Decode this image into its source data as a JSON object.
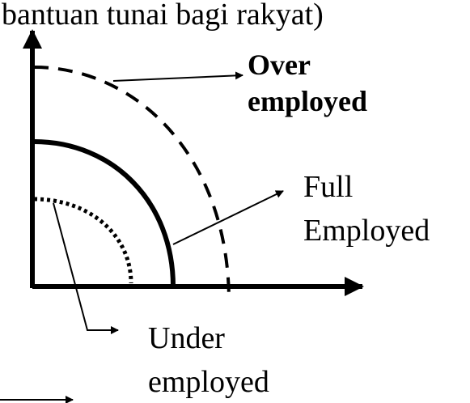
{
  "caption": "bantuan tunai bagi rakyat)",
  "labels": {
    "over_line1": "Over",
    "over_line2": "employed",
    "full_line1": "Full",
    "full_line2": "Employed",
    "under_line1": "Under",
    "under_line2": "employed"
  },
  "colors": {
    "ink": "#000000",
    "background": "#ffffff"
  }
}
